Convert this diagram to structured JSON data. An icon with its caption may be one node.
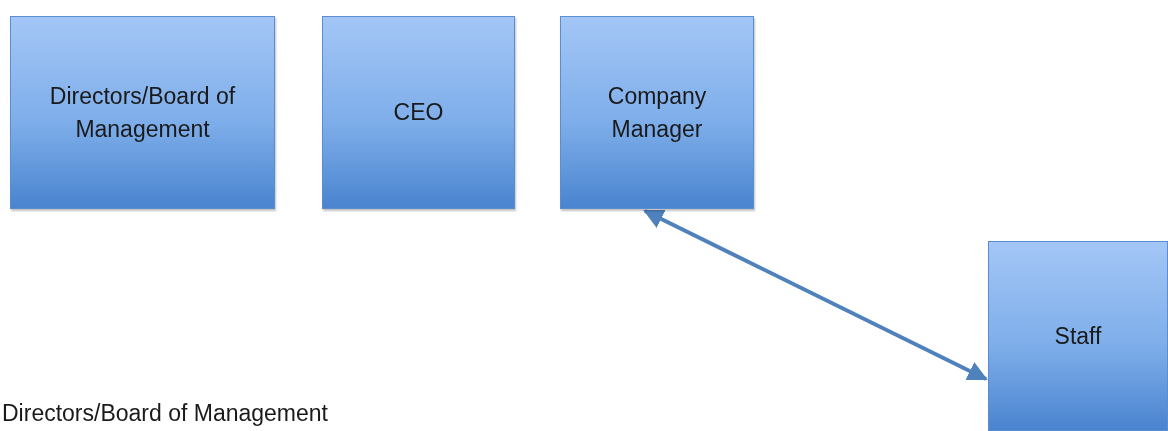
{
  "diagram": {
    "nodes": [
      {
        "text": [
          "Directors/Board of Management"
        ]
      },
      {
        "text": [
          "CEO"
        ]
      },
      {
        "text": [
          "Company Manager"
        ]
      },
      {
        "text": [
          "Staff"
        ]
      }
    ],
    "edges": [
      {
        "from": 2,
        "to": 3,
        "arrow": "both"
      }
    ],
    "labels": [
      "Directors/Board of Management"
    ]
  }
}
